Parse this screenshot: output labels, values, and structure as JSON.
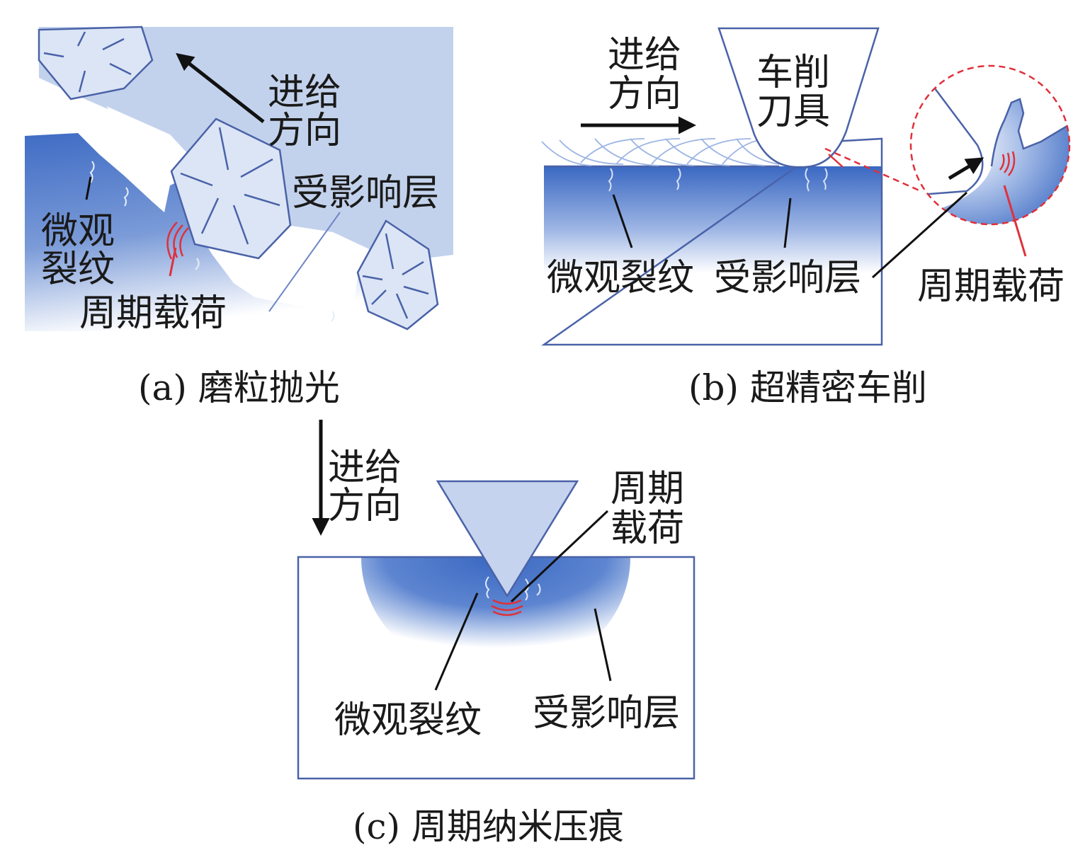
{
  "panel_a": {
    "feed_direction": [
      "进给",
      "方向"
    ],
    "microcrack": [
      "微观",
      "裂纹"
    ],
    "affected_layer": "受影响层",
    "cyclic_load": "周期载荷",
    "caption": "(a) 磨粒抛光"
  },
  "panel_b": {
    "feed_direction": [
      "进给",
      "方向"
    ],
    "tool": [
      "车削",
      "刀具"
    ],
    "microcrack": "微观裂纹",
    "affected_layer": "受影响层",
    "cyclic_load": "周期载荷",
    "caption": "(b) 超精密车削"
  },
  "panel_c": {
    "feed_direction": [
      "进给",
      "方向"
    ],
    "cyclic_load": [
      "周期",
      "载荷"
    ],
    "microcrack": "微观裂纹",
    "affected_layer": "受影响层",
    "caption": "(c) 周期纳米压痕"
  },
  "colors": {
    "material_blue": "#3f6cc4",
    "abrasive_fill": "#dbe5f5",
    "tool_fill": "#c5d3ee",
    "outline": "#4a62a8",
    "load_red": "#e0303a",
    "leader": "#111111"
  }
}
